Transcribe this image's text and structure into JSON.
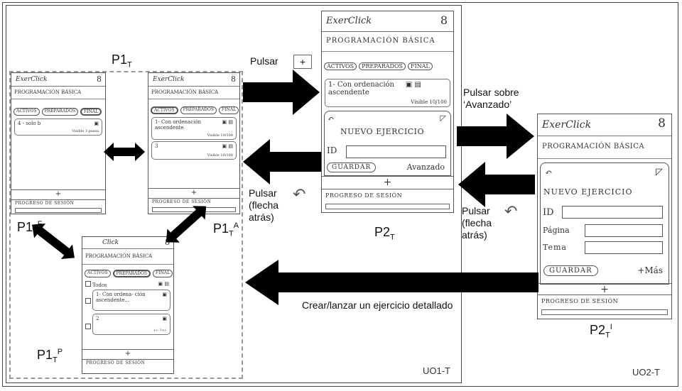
{
  "app_title": "ExerClick",
  "course_title": "PROGRAMACIÓN BÁSICA",
  "tabs": [
    "ACTIVOS",
    "PREPARADOS",
    "FINAL"
  ],
  "progress_label": "PROGRESO DE SESIÓN",
  "plus_symbol": "+",
  "screens": {
    "p1tf": {
      "label_main": "P1",
      "label_sub": "T",
      "label_sup": "F",
      "card": {
        "title": "4 - solo b",
        "status": "Visible 3 pasos"
      }
    },
    "p1ta": {
      "label_main": "P1",
      "label_sub": "T",
      "label_sup": "A",
      "card1": {
        "title": "1- Con ordenación ascendente",
        "status": "Visible 10/100"
      },
      "card2": {
        "title": "3",
        "status": "Visible 10/100"
      }
    },
    "p1tp": {
      "label_main": "P1",
      "label_sub": "T",
      "label_sup": "P",
      "header_partial": "Click",
      "todos": "Todos",
      "card1": "1- Con ordena- ción ascendente...",
      "card2": "2",
      "card2_status": "+/- ?+/-"
    },
    "p2t": {
      "label_main": "P2",
      "label_sub": "T",
      "card": {
        "title": "1- Con ordenación ascendente",
        "status": "Visible 10/100"
      },
      "form_title": "NUEVO EJERCICIO",
      "id_label": "ID",
      "save_button": "GUARDAR",
      "advanced_link": "Avanzado"
    },
    "p2ti": {
      "label_main": "P2",
      "label_sub": "T",
      "label_sup": "I",
      "form_title": "NUEVO EJERCICIO",
      "id_label": "ID",
      "page_label": "Página",
      "topic_label": "Tema",
      "save_button": "GUARDAR",
      "more_link": "+Más"
    }
  },
  "group_label": {
    "main": "P1",
    "sub": "T"
  },
  "annotations": {
    "press": "Pulsar",
    "press_advanced": [
      "Pulsar sobre",
      "‘Avanzado’"
    ],
    "press_back_1": [
      "Pulsar",
      "(flecha",
      "atrás)"
    ],
    "press_back_2": [
      "Pulsar",
      "(flecha",
      "atrás)"
    ],
    "create_launch": "Crear/lanzar un ejercicio detallado"
  },
  "frame_labels": {
    "uo1": "UO1-T",
    "uo2": "UO2-T"
  }
}
